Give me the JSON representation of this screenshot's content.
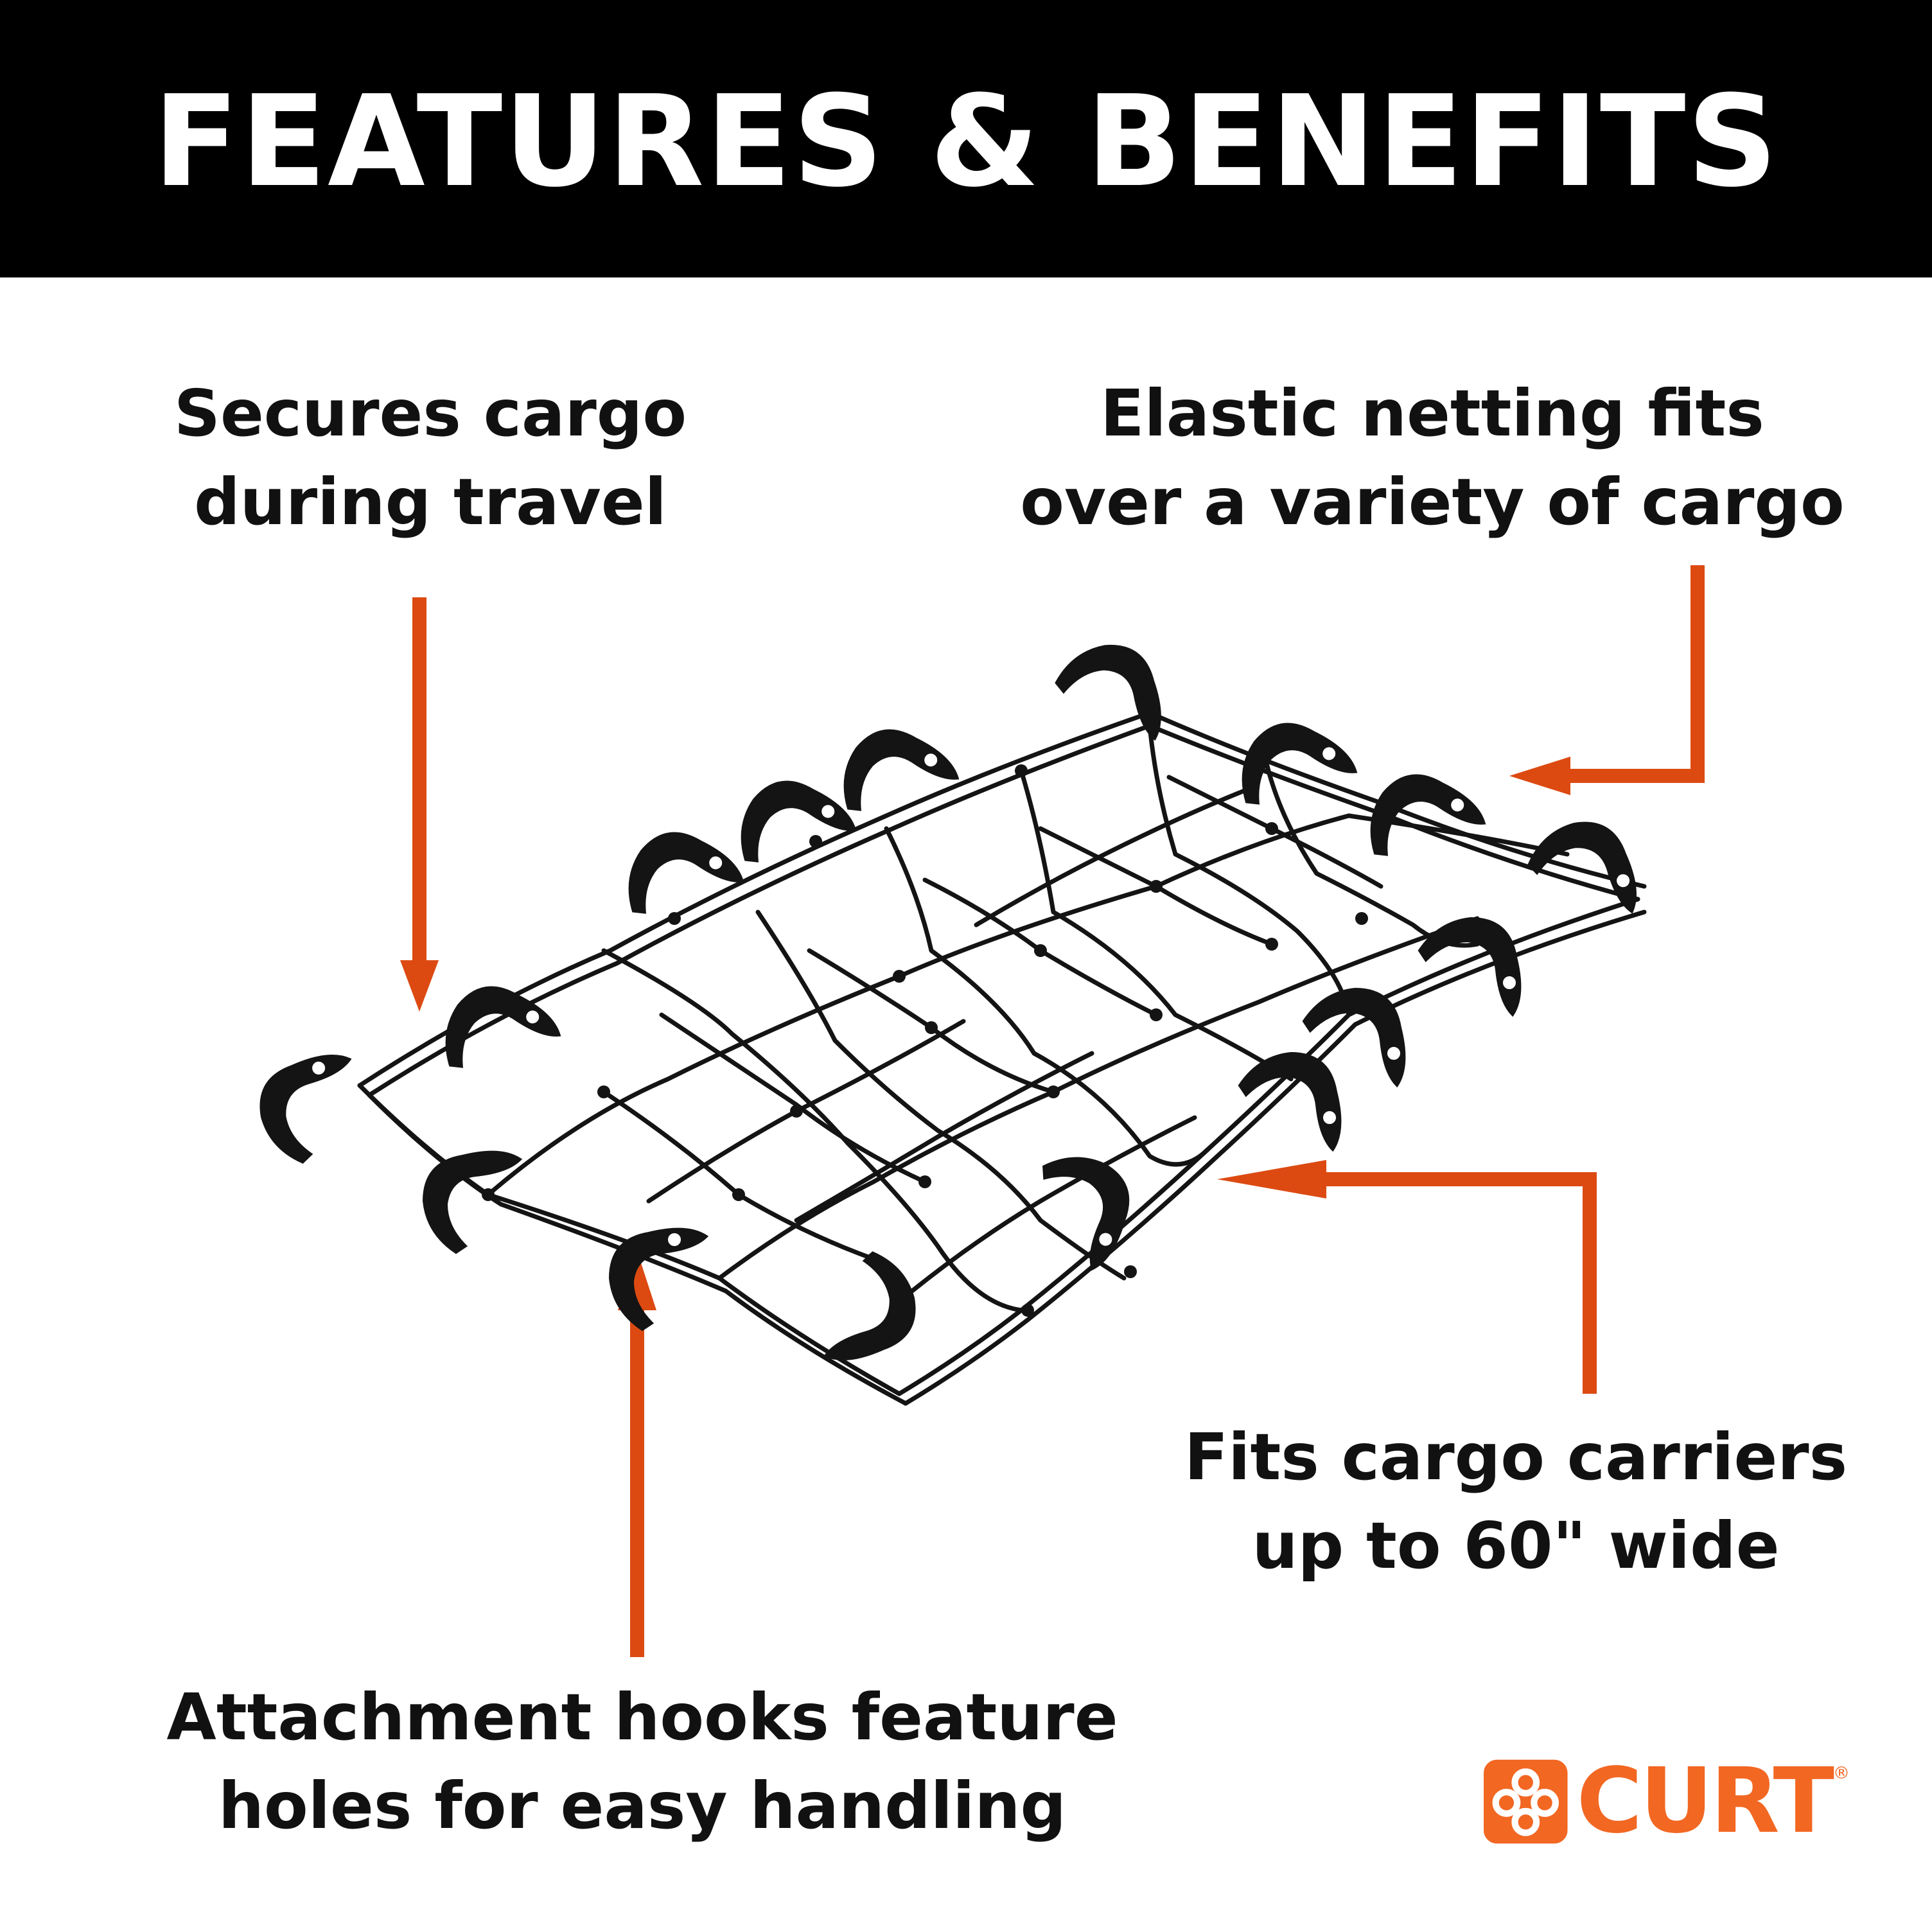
{
  "header": {
    "title": "FEATURES & BENEFITS"
  },
  "callouts": {
    "secures": {
      "line1": "Secures cargo",
      "line2": "during travel"
    },
    "elastic": {
      "line1": "Elastic netting fits",
      "line2": "over a variety of cargo"
    },
    "fits": {
      "line1": "Fits cargo carriers",
      "line2": "up to 60\" wide"
    },
    "hooks": {
      "line1": "Attachment hooks feature",
      "line2": "holes for easy handling"
    }
  },
  "logo": {
    "brand": "CURT",
    "reg": "®"
  },
  "colors": {
    "banner": "#000000",
    "arrow": "#dc4a12",
    "brand": "#f26722",
    "text": "#111111"
  }
}
